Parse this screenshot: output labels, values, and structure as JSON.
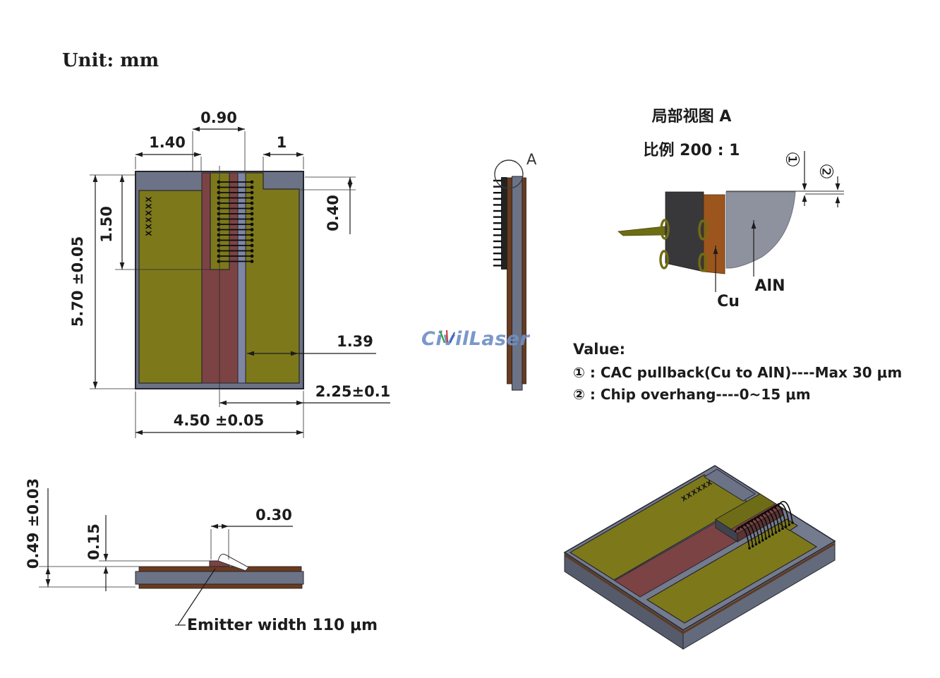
{
  "unit_label": "Unit: mm",
  "watermark": "CivilLaser",
  "front_view": {
    "marking": "XXXXXX",
    "dim_width_top_center": "0.90",
    "dim_width_top_left": "1.40",
    "dim_width_top_right": "1",
    "dim_height_left_inner": "1.50",
    "dim_height_overall": "5.70 ±0.05",
    "dim_notch_depth": "0.40",
    "dim_pad_width_right": "1.39",
    "dim_center_to_edge": "2.25±0.1",
    "dim_width_overall": "4.50 ±0.05"
  },
  "side_view": {
    "detail_callout": "A"
  },
  "detail_view": {
    "title": "局部视图 A",
    "scale_label": "比例 200 : 1",
    "callout_1": "①",
    "callout_2": "②",
    "cu_label": "Cu",
    "aln_label": "AlN"
  },
  "value_block": {
    "heading": "Value:",
    "item_1": "① : CAC pullback(Cu to AlN)----Max 30 μm",
    "item_2": "② : Chip overhang----0~15 μm"
  },
  "bottom_view": {
    "dim_total_height": "0.49 ±0.03",
    "dim_chip_height": "0.15",
    "dim_chip_length": "0.30",
    "emitter_label": "Emitter width 110 μm"
  },
  "iso_view": {
    "marking": "XXXXXX"
  },
  "colors": {
    "gold_pad": "#7d791b",
    "copper_red": "#7c4344",
    "chip_gray": "#7e86a3",
    "submount_gray": "#6c7386",
    "cu_brown": "#9c561d",
    "aln_gray": "#8e929e",
    "side_brown": "#6a3b20",
    "logo_blue": "#7090c5"
  }
}
